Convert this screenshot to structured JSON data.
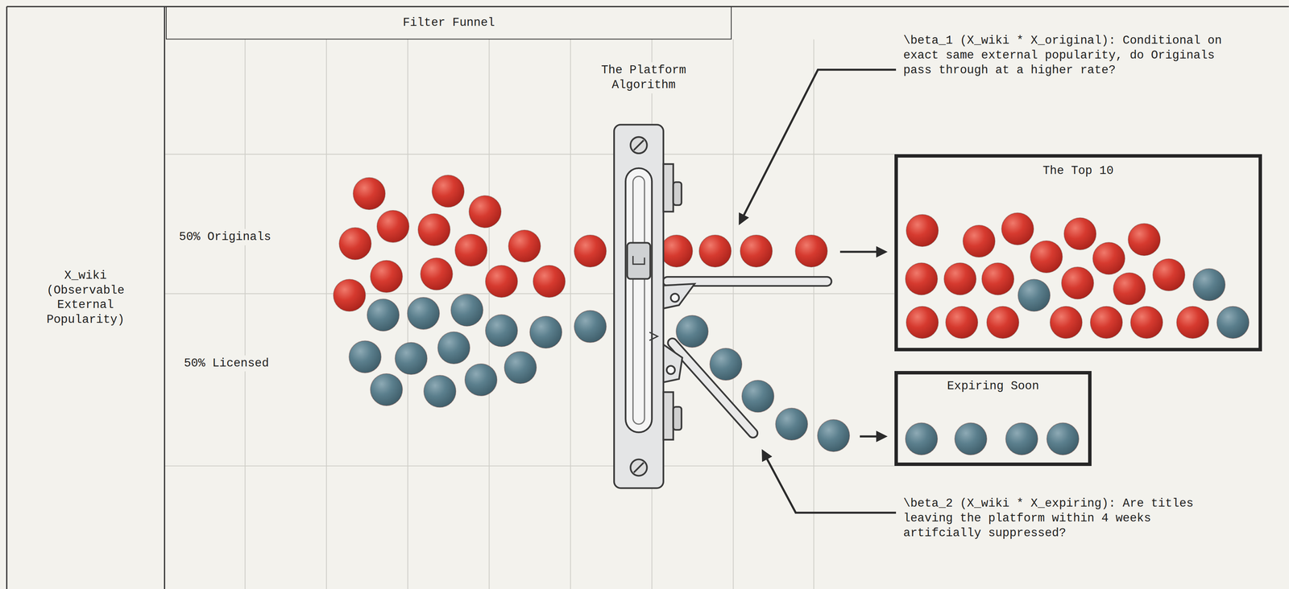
{
  "diagram": {
    "nodes": [
      {
        "text": [
          "X_wiki (Observable External Popularity)"
        ]
      },
      {
        "text": [
          "Filter Funnel"
        ]
      },
      {
        "text": [
          "The Top 10"
        ]
      },
      {
        "text": [
          "Expiring Soon"
        ]
      }
    ],
    "labels": [
      "The Platform Algorithm",
      "50% Originals",
      "50% Licensed",
      "\\beta_1 (X_wiki * X_original): Conditional on exact same external popularity, do Originals pass through at a higher rate?",
      "\\beta_2 (X_wiki * X_expiring): Are titles leaving the platform within 4 weeks artifcially suppressed?"
    ]
  }
}
